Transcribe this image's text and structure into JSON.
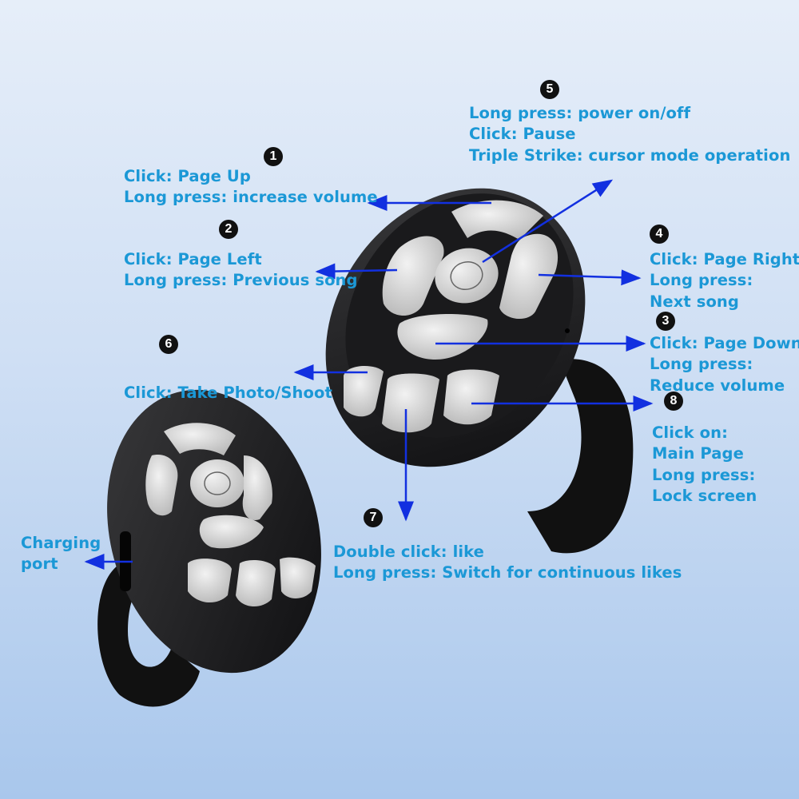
{
  "callouts": {
    "c1": {
      "number": "1",
      "lines": [
        "Click: Page Up",
        "Long press: increase volume"
      ]
    },
    "c2": {
      "number": "2",
      "lines": [
        "Click: Page Left",
        "Long press: Previous song"
      ]
    },
    "c3": {
      "number": "3",
      "lines": [
        "Click: Page Down",
        "Long press:",
        "Reduce volume"
      ]
    },
    "c4": {
      "number": "4",
      "lines": [
        "Click: Page Right",
        "Long press:",
        "Next song"
      ]
    },
    "c5": {
      "number": "5",
      "lines": [
        "Long press: power on/off",
        "Click: Pause",
        "Triple Strike: cursor mode operation"
      ]
    },
    "c6": {
      "number": "6",
      "lines": [
        "Click: Take Photo/Shoot"
      ]
    },
    "c7": {
      "number": "7",
      "lines": [
        "Double click: like",
        "Long press: Switch for continuous likes"
      ]
    },
    "c8": {
      "number": "8",
      "lines": [
        "Click on:",
        "Main Page",
        "Long press:",
        "Lock screen"
      ]
    },
    "charging": {
      "lines": [
        "Charging",
        "port"
      ]
    }
  },
  "colors": {
    "label_text": "#1b98d6",
    "arrow": "#1230e0",
    "device_body": "#1c1c1e",
    "button": "#d9d9d9"
  }
}
